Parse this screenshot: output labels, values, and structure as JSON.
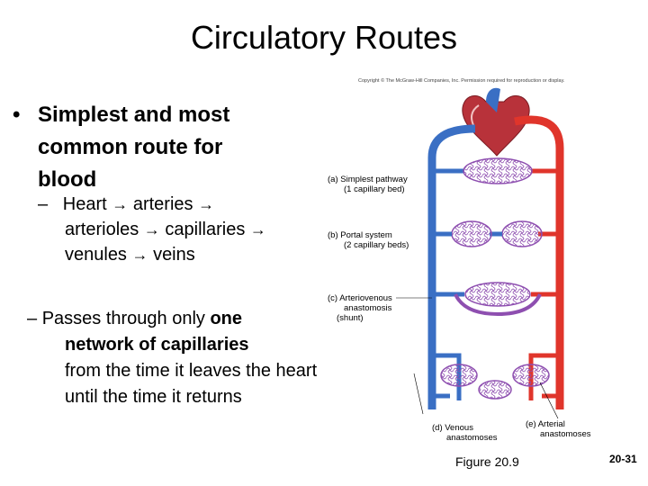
{
  "title": "Circulatory Routes",
  "copyright": "Copyright © The McGraw-Hill Companies, Inc. Permission required for reproduction or display.",
  "bullet": {
    "marker": "•",
    "text": "Simplest and most common route for blood"
  },
  "sub1": {
    "dash": "–",
    "parts": [
      "Heart",
      "arteries",
      "arterioles",
      "capillaries",
      "venules",
      "veins"
    ],
    "arrow": "→"
  },
  "sub2": {
    "dash": "–",
    "pre": "Passes through only ",
    "bold1": "one",
    "bold2": "network of capillaries",
    "rest": "from the time it leaves the heart until the time it returns"
  },
  "diagram": {
    "label_a_line1": "(a) Simplest pathway",
    "label_a_line2": "(1 capillary bed)",
    "label_b_line1": "(b) Portal system",
    "label_b_line2": "(2 capillary beds)",
    "label_c_line1": "(c) Arteriovenous",
    "label_c_line2": "anastomosis",
    "label_c_line3": "(shunt)",
    "label_d_line1": "(d) Venous",
    "label_d_line2": "anastomoses",
    "label_e_line1": "(e) Arterial",
    "label_e_line2": "anastomoses",
    "artery_color": "#e0352b",
    "vein_color": "#3a6fc4",
    "capillary_color": "#8e4fb0"
  },
  "figure": "Figure 20.9",
  "page_number": "20-31"
}
